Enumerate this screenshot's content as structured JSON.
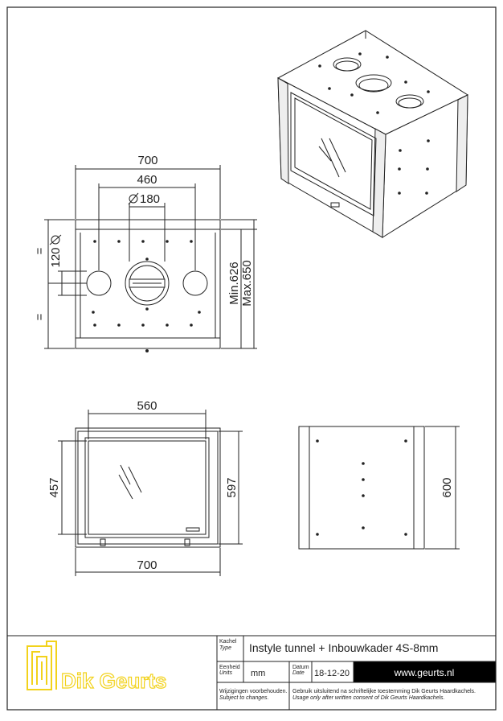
{
  "drawing": {
    "front_view": {
      "width_overall": "700",
      "flue_spacing": "460",
      "center_flue_diameter": "180",
      "side_flue_diameter": "120",
      "equal_mark_top": "=",
      "equal_mark_bottom": "=",
      "height_min": "Min.626",
      "height_max": "Max.650"
    },
    "door_view": {
      "glass_width": "560",
      "glass_height": "457",
      "frame_height": "597",
      "width_overall": "700"
    },
    "side_view": {
      "height": "600"
    }
  },
  "title_block": {
    "brand_name": "Dik Geurts",
    "type_label": "Kachel",
    "type_label_en": "Type",
    "product_title": "Instyle tunnel + Inbouwkader 4S-8mm",
    "units_label": "Eenheid",
    "units_label_en": "Units",
    "units_value": "mm",
    "date_label": "Datum",
    "date_label_en": "Date",
    "date_value": "18-12-20",
    "website": "www.geurts.nl",
    "changes_note": "Wijzigingen voorbehouden.",
    "changes_note_en": "Subject to changes.",
    "usage_note": "Gebruik uitsluitend na schriftelijke toestemming Dik Geurts Haardkachels.",
    "usage_note_en": "Usage only after written consent of Dik Geurts Haardkachels."
  },
  "colors": {
    "line": "#222222",
    "logo_yellow": "#f2d21b",
    "website_bg": "#000000",
    "website_text": "#ffffff"
  }
}
